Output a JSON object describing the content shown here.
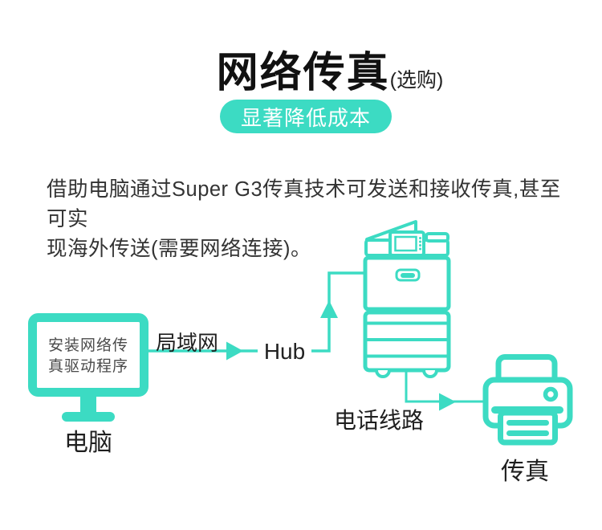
{
  "header": {
    "title": "网络传真",
    "title_suffix": "(选购)",
    "badge": "显著降低成本"
  },
  "intro": {
    "line1": "借助电脑通过Super G3传真技术可发送和接收传真,甚至可实",
    "line2": "现海外传送(需要网络连接)。"
  },
  "diagram": {
    "computer": {
      "screen_line1": "安装网络传",
      "screen_line2": "真驱动程序",
      "label": "电脑"
    },
    "lan_label": "局域网",
    "hub_label": "Hub",
    "phone_line_label": "电话线路",
    "fax_label": "传真"
  },
  "colors": {
    "accent": "#3cdbc3",
    "title_text": "#111111",
    "body_text": "#333333"
  }
}
